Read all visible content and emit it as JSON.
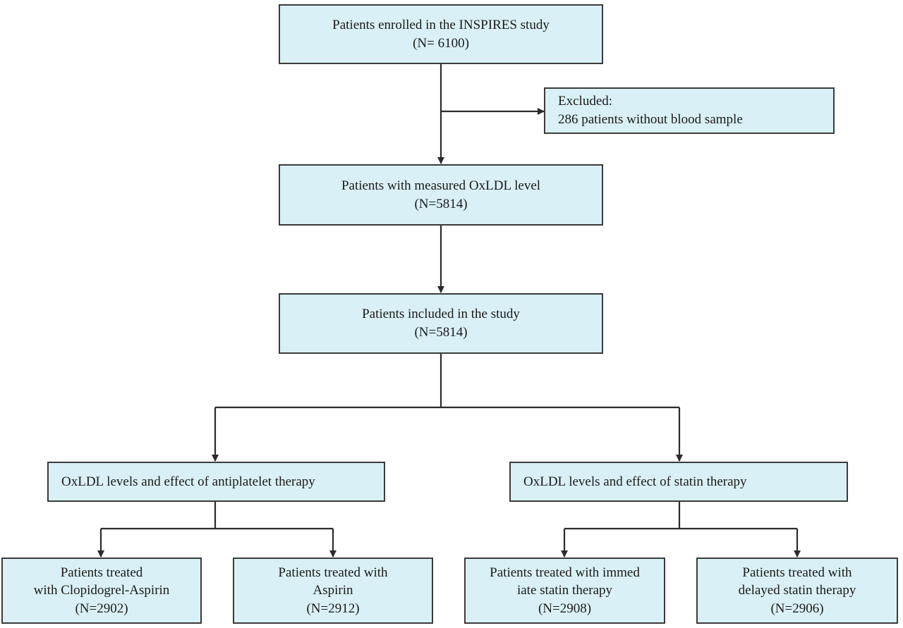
{
  "flowchart": {
    "enrolled": {
      "line1": "Patients enrolled in the INSPIRES study",
      "line2": "(N= 6100)"
    },
    "excluded": {
      "line1": "Excluded:",
      "line2": "286 patients without blood sample"
    },
    "measured": {
      "line1": "Patients with measured OxLDL level",
      "line2": "(N=5814)"
    },
    "included": {
      "line1": "Patients included in the study",
      "line2": "(N=5814)"
    },
    "antiplatelet": {
      "label": "OxLDL levels and effect of antiplatelet therapy"
    },
    "statin": {
      "label": "OxLDL levels and effect of statin therapy"
    },
    "clopidogrel": {
      "line1": "Patients treated",
      "line2": "with Clopidogrel-Aspirin",
      "line3": "(N=2902)"
    },
    "aspirin": {
      "line1": "Patients treated with",
      "line2": "Aspirin",
      "line3": "(N=2912)"
    },
    "immediate": {
      "line1": "Patients treated with immed",
      "line2": "iate statin therapy",
      "line3": "(N=2908)"
    },
    "delayed": {
      "line1": "Patients treated with",
      "line2": "delayed statin therapy",
      "line3": "(N=2906)"
    }
  },
  "colors": {
    "box_fill": "#d9f1f6",
    "border": "#3b3b3b",
    "arrow": "#2b2b2b"
  }
}
